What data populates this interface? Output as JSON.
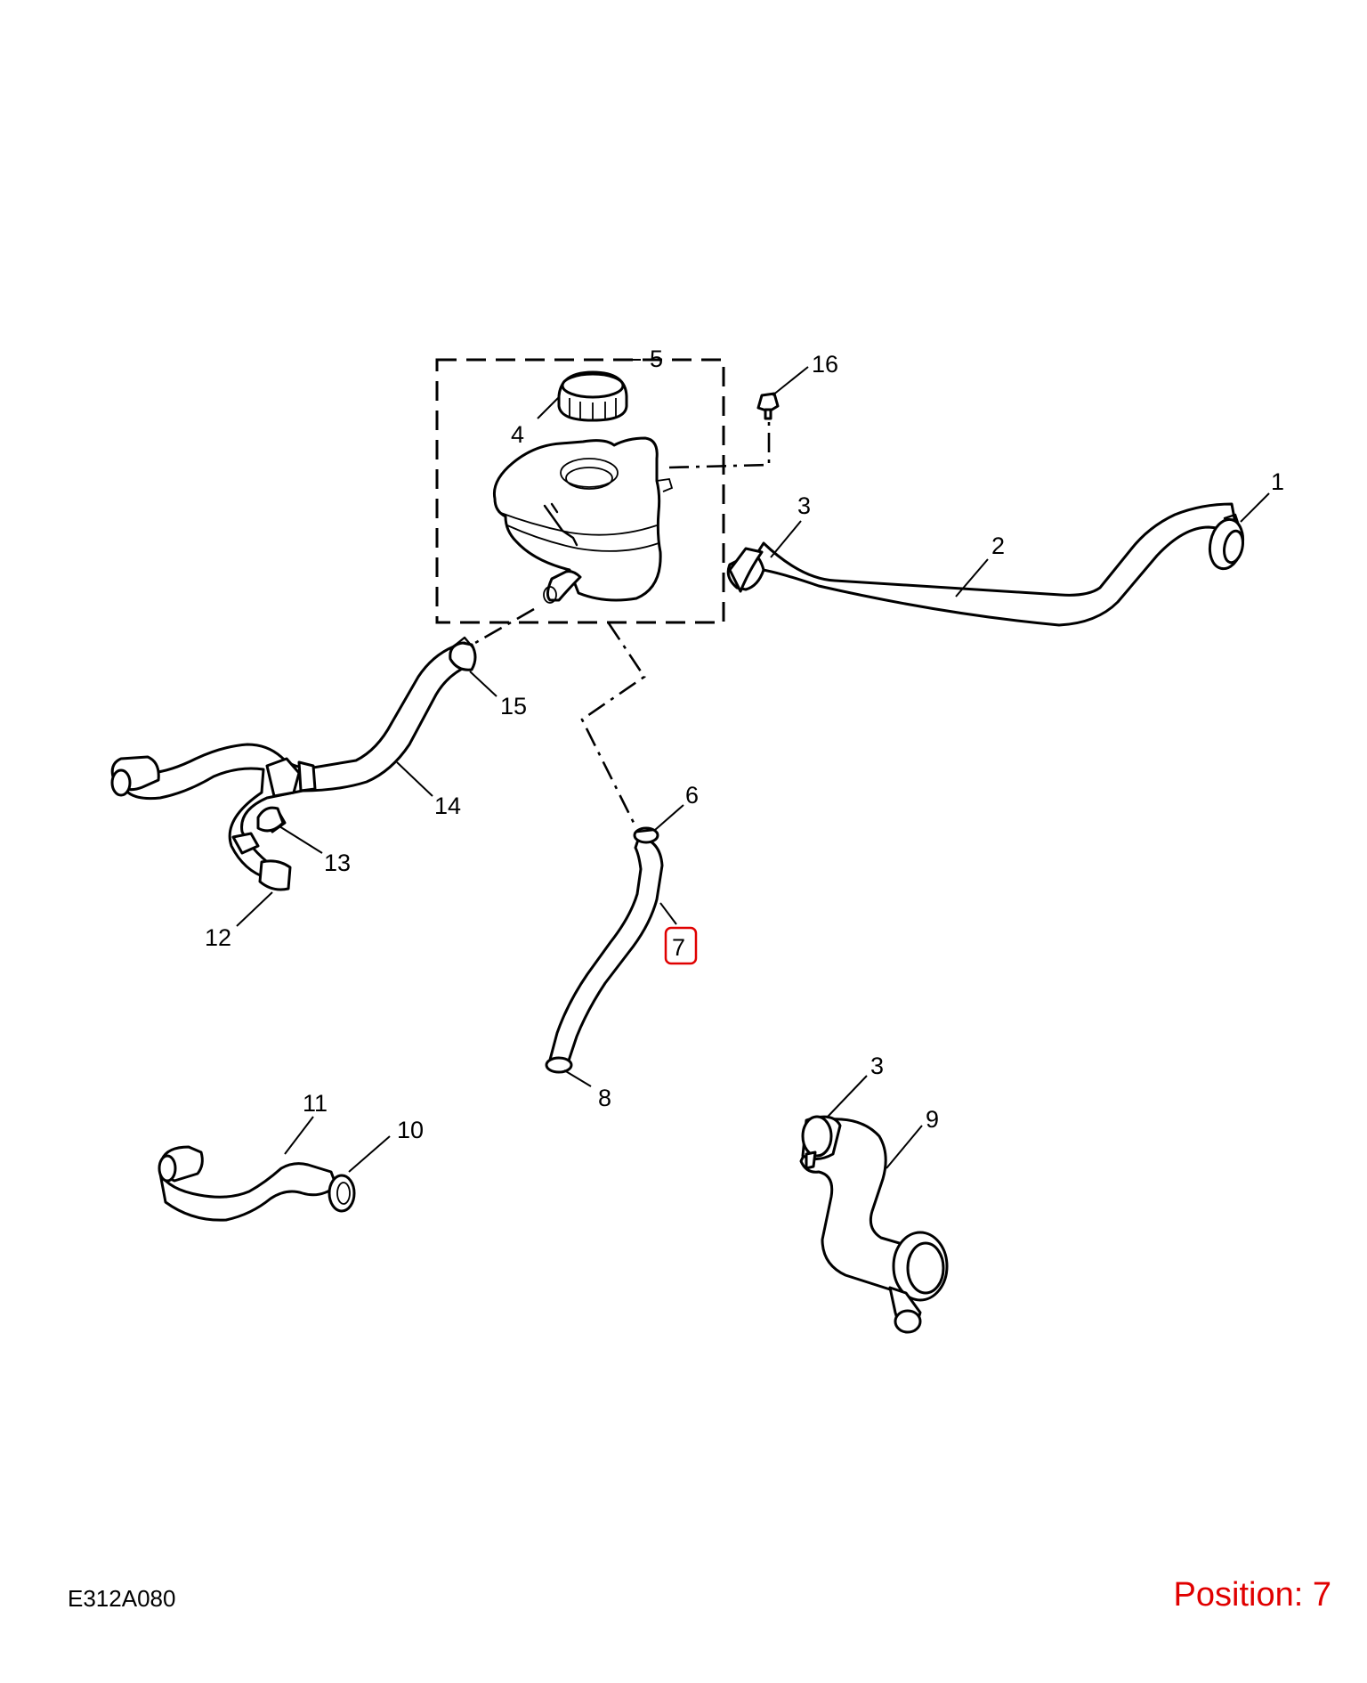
{
  "diagram": {
    "callouts": {
      "c1": "1",
      "c2": "2",
      "c3a": "3",
      "c3b": "3",
      "c4": "4",
      "c5": "5",
      "c6": "6",
      "c7": "7",
      "c8": "8",
      "c9": "9",
      "c10": "10",
      "c11": "11",
      "c12": "12",
      "c13": "13",
      "c14": "14",
      "c15": "15",
      "c16": "16"
    },
    "highlighted_position": "7",
    "highlight_color": "#e00000"
  },
  "footer": {
    "reference_code": "E312A080",
    "position_label": "Position: 7"
  }
}
